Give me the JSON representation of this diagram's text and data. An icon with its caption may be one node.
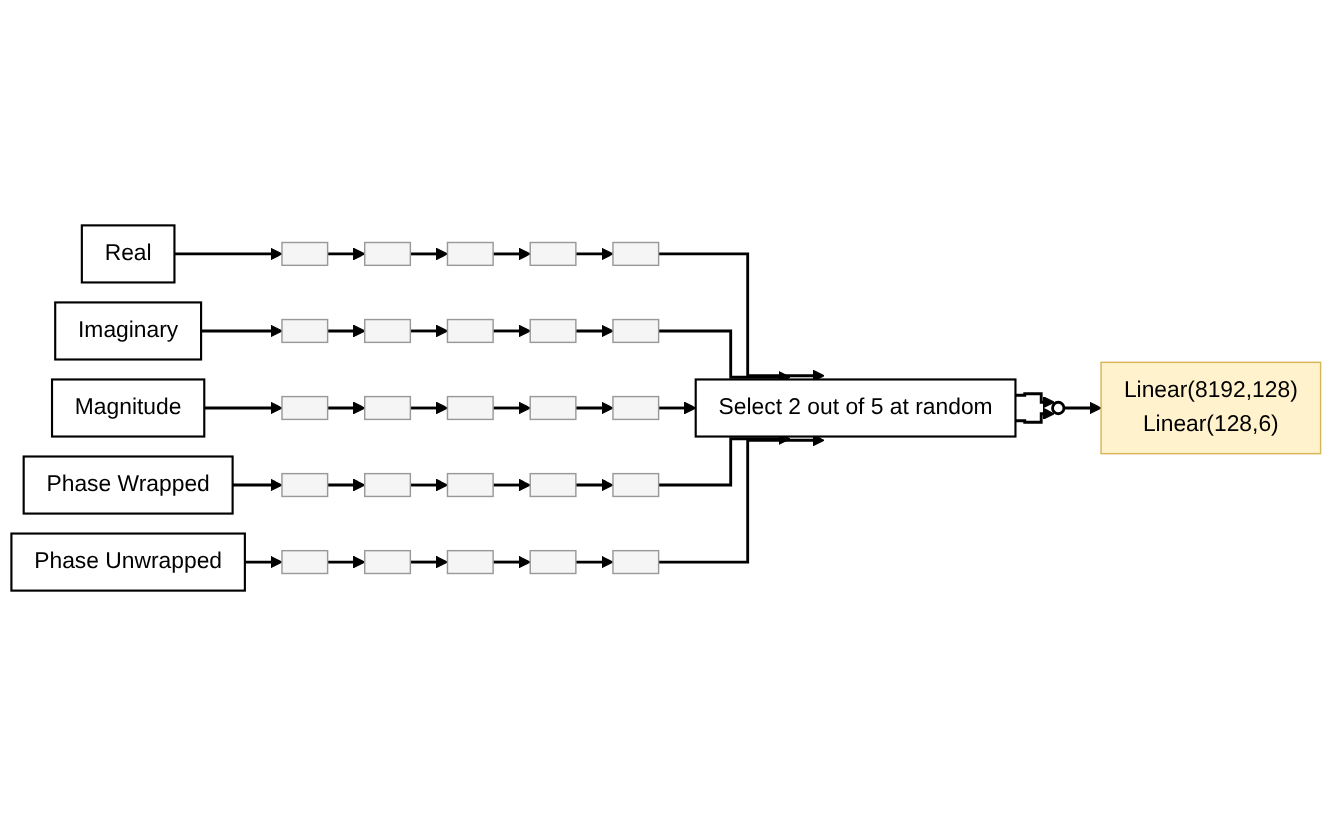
{
  "diagram": {
    "nodes": [
      {
        "text": [
          "Real"
        ]
      },
      {
        "text": [],
        "shape": "box"
      },
      {
        "text": [],
        "shape": "box"
      },
      {
        "text": [],
        "shape": "box"
      },
      {
        "text": [],
        "shape": "box"
      },
      {
        "text": [],
        "shape": "box"
      },
      {
        "text": [
          "Imaginary"
        ]
      },
      {
        "text": [],
        "shape": "box"
      },
      {
        "text": [],
        "shape": "box"
      },
      {
        "text": [],
        "shape": "box"
      },
      {
        "text": [],
        "shape": "box"
      },
      {
        "text": [],
        "shape": "box"
      },
      {
        "text": [
          "Magnitude"
        ]
      },
      {
        "text": [],
        "shape": "box"
      },
      {
        "text": [],
        "shape": "box"
      },
      {
        "text": [],
        "shape": "box"
      },
      {
        "text": [],
        "shape": "box"
      },
      {
        "text": [],
        "shape": "box"
      },
      {
        "text": [
          "Phase Wrapped"
        ]
      },
      {
        "text": [],
        "shape": "box"
      },
      {
        "text": [],
        "shape": "box"
      },
      {
        "text": [],
        "shape": "box"
      },
      {
        "text": [],
        "shape": "box"
      },
      {
        "text": [],
        "shape": "box"
      },
      {
        "text": [
          "Phase Unwrapped"
        ]
      },
      {
        "text": [],
        "shape": "box"
      },
      {
        "text": [],
        "shape": "box"
      },
      {
        "text": [],
        "shape": "box"
      },
      {
        "text": [],
        "shape": "box"
      },
      {
        "text": [],
        "shape": "box"
      },
      {
        "text": [
          "Select 2 out of 5 at random"
        ]
      },
      {
        "text": [],
        "shape": "circle"
      },
      {
        "text": [
          "Linear(8192,128)",
          "Linear(128,6)"
        ]
      }
    ],
    "edges": [
      {
        "from": 0,
        "to": 1,
        "arrow": "to"
      },
      {
        "from": 1,
        "to": 2,
        "arrow": "to"
      },
      {
        "from": 2,
        "to": 3,
        "arrow": "to"
      },
      {
        "from": 3,
        "to": 4,
        "arrow": "to"
      },
      {
        "from": 4,
        "to": 5,
        "arrow": "to"
      },
      {
        "from": 5,
        "to": 30,
        "arrow": "to"
      },
      {
        "from": 6,
        "to": 7,
        "arrow": "to"
      },
      {
        "from": 7,
        "to": 8,
        "arrow": "to"
      },
      {
        "from": 8,
        "to": 9,
        "arrow": "to"
      },
      {
        "from": 9,
        "to": 10,
        "arrow": "to"
      },
      {
        "from": 10,
        "to": 11,
        "arrow": "to"
      },
      {
        "from": 11,
        "to": 30,
        "arrow": "to"
      },
      {
        "from": 12,
        "to": 13,
        "arrow": "to"
      },
      {
        "from": 13,
        "to": 14,
        "arrow": "to"
      },
      {
        "from": 14,
        "to": 15,
        "arrow": "to"
      },
      {
        "from": 15,
        "to": 16,
        "arrow": "to"
      },
      {
        "from": 16,
        "to": 17,
        "arrow": "to"
      },
      {
        "from": 17,
        "to": 30,
        "arrow": "to"
      },
      {
        "from": 18,
        "to": 19,
        "arrow": "to"
      },
      {
        "from": 19,
        "to": 20,
        "arrow": "to"
      },
      {
        "from": 20,
        "to": 21,
        "arrow": "to"
      },
      {
        "from": 21,
        "to": 22,
        "arrow": "to"
      },
      {
        "from": 22,
        "to": 23,
        "arrow": "to"
      },
      {
        "from": 23,
        "to": 30,
        "arrow": "to"
      },
      {
        "from": 24,
        "to": 25,
        "arrow": "to"
      },
      {
        "from": 25,
        "to": 26,
        "arrow": "to"
      },
      {
        "from": 26,
        "to": 27,
        "arrow": "to"
      },
      {
        "from": 27,
        "to": 28,
        "arrow": "to"
      },
      {
        "from": 28,
        "to": 29,
        "arrow": "to"
      },
      {
        "from": 29,
        "to": 30,
        "arrow": "to"
      },
      {
        "from": 30,
        "to": 31,
        "arrow": "to"
      },
      {
        "from": 30,
        "to": 31,
        "arrow": "to"
      },
      {
        "from": 31,
        "to": 32,
        "arrow": "to"
      }
    ]
  }
}
